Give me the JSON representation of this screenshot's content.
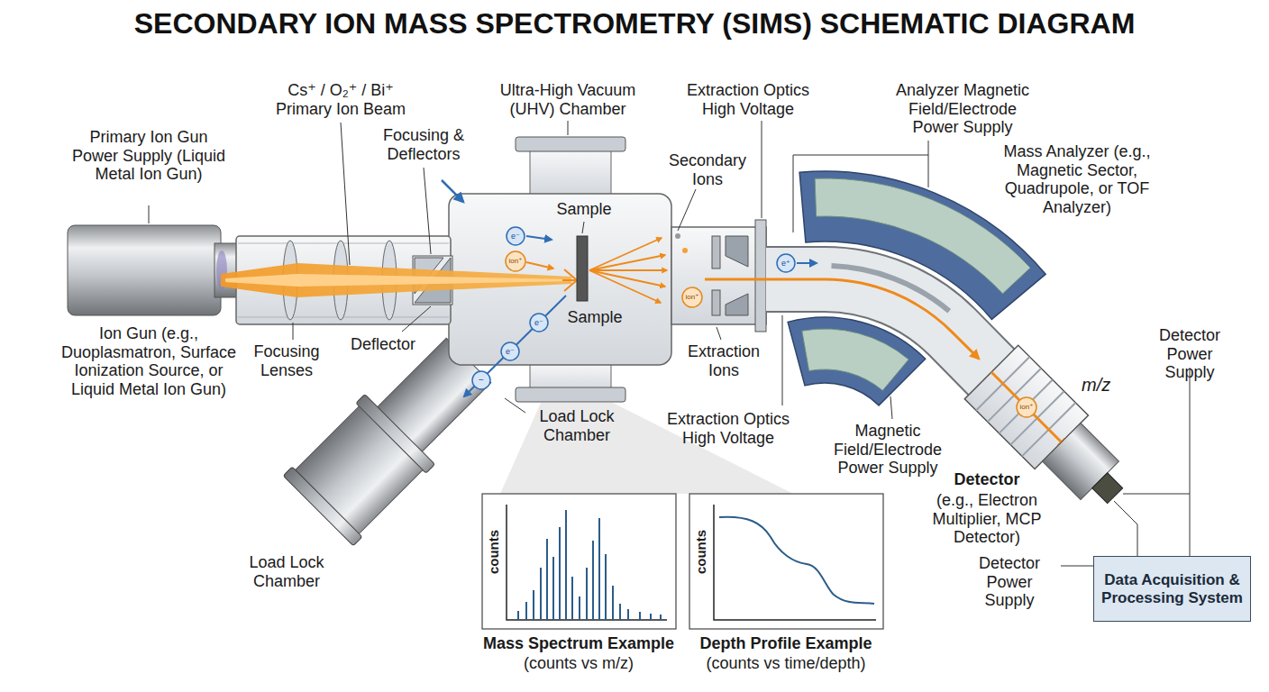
{
  "diagram": {
    "title": "SECONDARY ION MASS SPECTROMETRY (SIMS) SCHEMATIC DIAGRAM",
    "nodes": [
      {
        "text": [
          "Data Acquisition & Processing System"
        ]
      }
    ],
    "labels": [
      "Cs⁺ / O₂⁺ / Bi⁺ Primary Ion Beam",
      "Primary Ion Gun Power Supply (Liquid Metal Ion Gun)",
      "Focusing & Deflectors",
      "Ultra-High Vacuum (UHV) Chamber",
      "Sample",
      "Sample",
      "Secondary Ions",
      "Extraction Optics High Voltage",
      "Analyzer Magnetic Field/Electrode Power Supply",
      "Mass Analyzer (e.g., Magnetic Sector, Quadrupole, or TOF Analyzer)",
      "m/z",
      "Detector Power Supply",
      "Ion Gun (e.g., Duoplasmatron, Surface Ionization Source, or Liquid Metal Ion Gun)",
      "Focusing Lenses",
      "Deflector",
      "Extraction Ions",
      "Load Lock Chamber",
      "Extraction Optics High Voltage",
      "Magnetic Field/Electrode Power Supply",
      "Detector",
      "(e.g., Electron Multiplier, MCP Detector)",
      "Detector Power Supply",
      "Load Lock Chamber",
      "counts",
      "counts",
      "Mass Spectrum Example",
      "(counts vs m/z)",
      "Depth Profile Example",
      "(counts vs time/depth)",
      "e⁻",
      "ion⁺",
      "e⁻",
      "e⁻",
      "−",
      "ion⁺",
      "e⁺",
      "ion⁺"
    ]
  }
}
